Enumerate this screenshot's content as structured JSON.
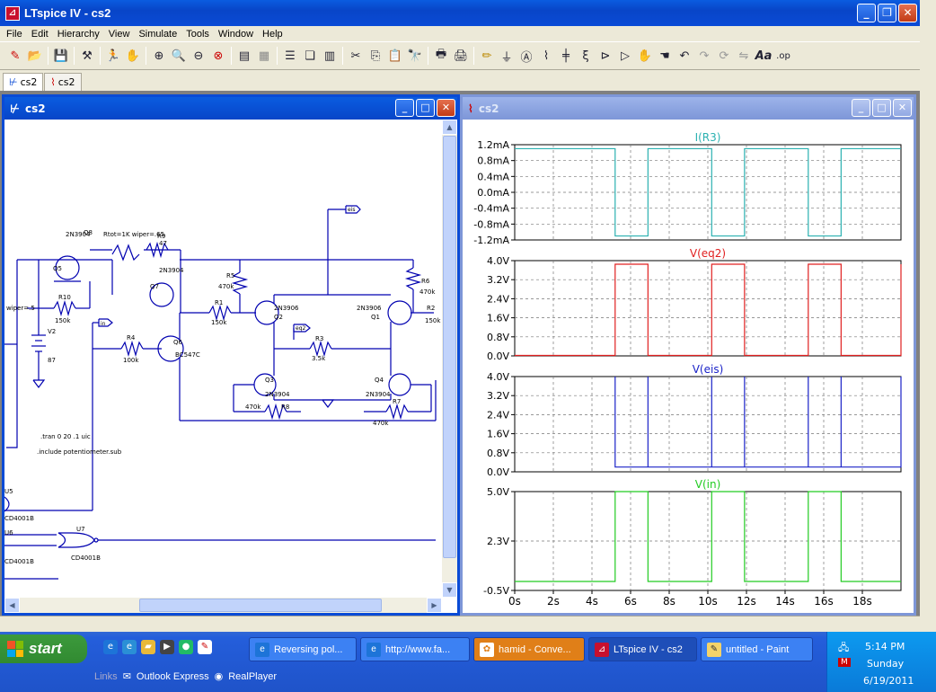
{
  "window": {
    "title": "LTspice IV - cs2",
    "icon": "ltspice-icon"
  },
  "menu": [
    "File",
    "Edit",
    "Hierarchy",
    "View",
    "Simulate",
    "Tools",
    "Window",
    "Help"
  ],
  "toolbar_icons": [
    "open-schematic",
    "open-file",
    "save",
    "properties",
    "run",
    "halt",
    "zoom-in",
    "zoom-area",
    "zoom-out",
    "zoom-fit",
    "autorange",
    "grid",
    "tile-horizontal",
    "cascade",
    "tile-vertical",
    "cut",
    "copy",
    "paste",
    "find",
    "print-preview",
    "print",
    "draw-wire",
    "ground",
    "label-net",
    "resistor",
    "capacitor",
    "inductor",
    "diode",
    "component",
    "move",
    "drag",
    "undo",
    "redo",
    "rotate",
    "mirror",
    "text",
    "spice-directive"
  ],
  "doc_tabs": [
    {
      "label": "cs2",
      "icon": "schematic-icon"
    },
    {
      "label": "cs2",
      "icon": "waveform-icon"
    }
  ],
  "schematic_window": {
    "title": "cs2"
  },
  "waveform_window": {
    "title": "cs2"
  },
  "schematic": {
    "labels": {
      "pot": "Rtot=1K wiper=.65",
      "r9": "R9",
      "r9v": "47",
      "q8": "Q8",
      "q8t": "2N3904",
      "q5": "Q5",
      "q7": "Q7",
      "q7t": "2N3904",
      "wiper": "wiper=.5",
      "r10": "R10",
      "r10v": "150k",
      "v2": "V2",
      "v2v": "87",
      "in": "in",
      "r4": "R4",
      "r4v": "100k",
      "q6": "Q6",
      "q6t": "BC547C",
      "r5": "R5",
      "r5v": "470k",
      "r1": "R1",
      "r1v": "150k",
      "q2": "Q2",
      "q2t": "2N3906",
      "q1": "Q1",
      "q1t": "2N3906",
      "r6": "R6",
      "r6v": "470k",
      "r2": "R2",
      "r2v": "150k",
      "eq2": "eq2",
      "r3": "R3",
      "r3v": "3.5k",
      "q3": "Q3",
      "q3t": "2N3904",
      "q4": "Q4",
      "q4t": "2N3904",
      "r8": "R8",
      "r8v": "470k",
      "r7": "R7",
      "r7v": "470k",
      "eis": "eis",
      "tran": ".tran 0 20 .1 uic",
      "include": ".include potentiometer.sub",
      "u5": "U5",
      "u5t": "CD4001B",
      "u6": "U6",
      "u6t": "CD4001B",
      "u7": "U7",
      "u7t": "CD4001B"
    }
  },
  "chart_data": {
    "type": "line",
    "x_ticks": [
      "0s",
      "2s",
      "4s",
      "6s",
      "8s",
      "10s",
      "12s",
      "14s",
      "16s",
      "18s"
    ],
    "xlim": [
      0,
      20
    ],
    "panes": [
      {
        "title": "I(R3)",
        "color": "#2bb1b1",
        "yticks": [
          "1.2mA",
          "0.8mA",
          "0.4mA",
          "0.0mA",
          "-0.4mA",
          "-0.8mA",
          "-1.2mA"
        ],
        "ylim": [
          -1.2,
          1.2
        ],
        "points": [
          [
            0,
            1.1
          ],
          [
            5.2,
            1.1
          ],
          [
            5.2,
            -1.1
          ],
          [
            6.9,
            -1.1
          ],
          [
            6.9,
            1.1
          ],
          [
            10.2,
            1.1
          ],
          [
            10.2,
            -1.1
          ],
          [
            11.9,
            -1.1
          ],
          [
            11.9,
            1.1
          ],
          [
            15.2,
            1.1
          ],
          [
            15.2,
            -1.1
          ],
          [
            16.9,
            -1.1
          ],
          [
            16.9,
            1.1
          ],
          [
            20,
            1.1
          ]
        ]
      },
      {
        "title": "V(eq2)",
        "color": "#e02020",
        "yticks": [
          "4.0V",
          "3.2V",
          "2.4V",
          "1.6V",
          "0.8V",
          "0.0V"
        ],
        "ylim": [
          0,
          4.0
        ],
        "points": [
          [
            0,
            0.02
          ],
          [
            5.2,
            0.02
          ],
          [
            5.2,
            3.85
          ],
          [
            6.9,
            3.85
          ],
          [
            6.9,
            0.02
          ],
          [
            10.2,
            0.02
          ],
          [
            10.2,
            3.85
          ],
          [
            11.9,
            3.85
          ],
          [
            11.9,
            0.02
          ],
          [
            15.2,
            0.02
          ],
          [
            15.2,
            3.85
          ],
          [
            16.9,
            3.85
          ],
          [
            16.9,
            0.02
          ],
          [
            20,
            0.02
          ],
          [
            20,
            3.85
          ]
        ]
      },
      {
        "title": "V(eis)",
        "color": "#1a22c8",
        "yticks": [
          "4.0V",
          "3.2V",
          "2.4V",
          "1.6V",
          "0.8V",
          "0.0V"
        ],
        "ylim": [
          0,
          4.0
        ],
        "points": [
          [
            5.2,
            0.2
          ],
          [
            5.2,
            4.0
          ],
          [
            5.2,
            0.2
          ],
          [
            6.9,
            0.2
          ],
          [
            6.9,
            4.0
          ],
          [
            6.9,
            0.2
          ],
          [
            10.2,
            0.2
          ],
          [
            10.2,
            4.0
          ],
          [
            10.2,
            0.2
          ],
          [
            11.9,
            0.2
          ],
          [
            11.9,
            4.0
          ],
          [
            11.9,
            0.2
          ],
          [
            15.2,
            0.2
          ],
          [
            15.2,
            4.0
          ],
          [
            15.2,
            0.2
          ],
          [
            16.9,
            0.2
          ],
          [
            16.9,
            4.0
          ],
          [
            16.9,
            0.2
          ],
          [
            20,
            0.2
          ],
          [
            20,
            4.0
          ]
        ]
      },
      {
        "title": "V(in)",
        "color": "#22cc22",
        "yticks": [
          "5.0V",
          "2.3V",
          "-0.5V"
        ],
        "ylim": [
          -0.5,
          5.0
        ],
        "points": [
          [
            0,
            0
          ],
          [
            5.2,
            0
          ],
          [
            5.2,
            5
          ],
          [
            6.9,
            5
          ],
          [
            6.9,
            0
          ],
          [
            10.2,
            0
          ],
          [
            10.2,
            5
          ],
          [
            11.9,
            5
          ],
          [
            11.9,
            0
          ],
          [
            15.2,
            0
          ],
          [
            15.2,
            5
          ],
          [
            16.9,
            5
          ],
          [
            16.9,
            0
          ],
          [
            20,
            0
          ]
        ]
      }
    ]
  },
  "taskbar": {
    "start": "start",
    "tasks": [
      {
        "label": "Reversing pol...",
        "icon": "ie-icon"
      },
      {
        "label": "http://www.fa...",
        "icon": "ie-icon"
      },
      {
        "label": "hamid - Conve...",
        "icon": "messenger-icon"
      },
      {
        "label": "LTspice IV - cs2",
        "icon": "ltspice-icon"
      },
      {
        "label": "untitled - Paint",
        "icon": "paint-icon"
      }
    ],
    "links_label": "Links",
    "links": [
      "Outlook Express",
      "RealPlayer"
    ],
    "clock": {
      "time": "5:14 PM",
      "day": "Sunday",
      "date": "6/19/2011"
    }
  }
}
